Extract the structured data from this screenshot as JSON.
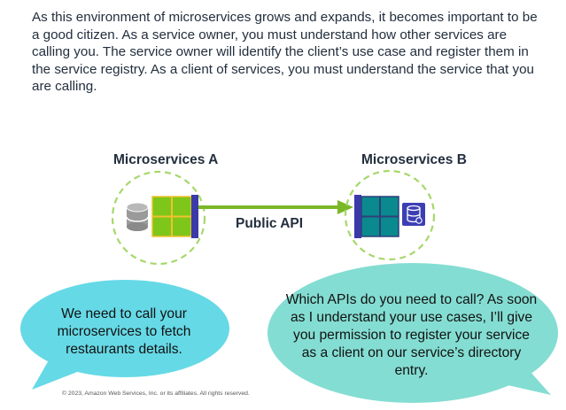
{
  "intro": "As this environment of microservices grows and expands, it becomes important to be a good citizen. As a service owner, you must understand how other services are calling you. The service owner will identify the client’s use case and register them in the service registry. As a client of services, you must understand the service that you are calling.",
  "service_a": {
    "title": "Microservices A",
    "icon": "database-icon"
  },
  "service_b": {
    "title": "Microservices B",
    "icon": "registry-database-icon"
  },
  "connection": {
    "label": "Public API"
  },
  "left_bubble": {
    "text": "We need to call your microservices to fetch restaurants details."
  },
  "right_bubble": {
    "text": "Which APIs do you need to call? As soon as I understand your use cases, I’ll give you permission to register your service as a client on our service’s directory entry."
  },
  "footer": "© 2023, Amazon Web Services, Inc. or its affiliates. All rights reserved.",
  "colors": {
    "dashed_circle": "#a6d86b",
    "service_a_fill": "#7ec61a",
    "service_b_fill": "#0a8a8e",
    "side_bar": "#3b3aa8",
    "arrow": "#7ab828",
    "bubble": "#66d9e6",
    "text": "#232f3e"
  }
}
